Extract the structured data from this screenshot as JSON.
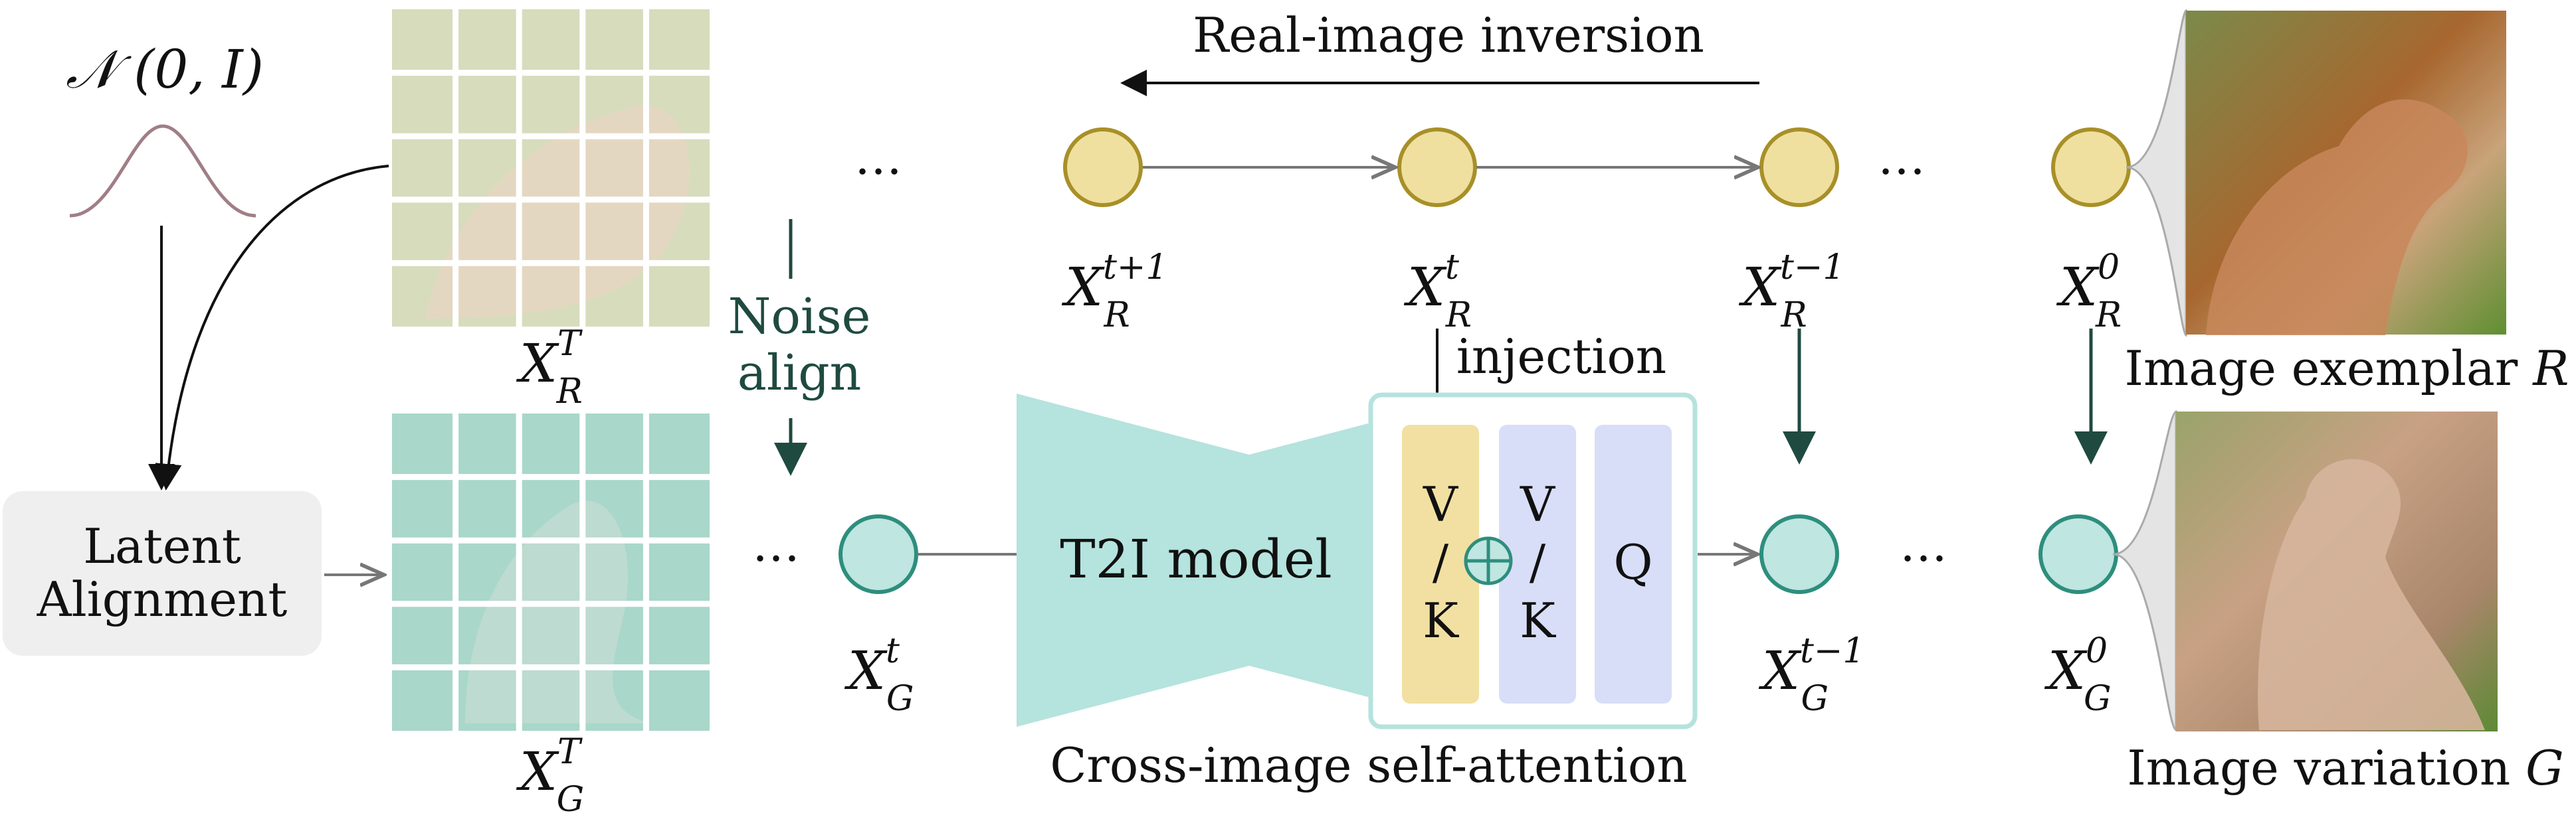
{
  "top_arrow_label": "Real-image inversion",
  "noise_prior": "𝒩 (0, I)",
  "latent_box": {
    "line1": "Latent",
    "line2": "Alignment"
  },
  "noise_align": {
    "line1": "Noise",
    "line2": "align"
  },
  "model_label": "T2I model",
  "injection_label": "injection",
  "attention_caption": "Cross-image self-attention",
  "attention_blocks": {
    "vk_ref": [
      "V",
      "/",
      "K"
    ],
    "vk_gen": [
      "V",
      "/",
      "K"
    ],
    "q": "Q",
    "combine_symbol": "⊕"
  },
  "ellipsis": "…",
  "latents": {
    "xr_T": {
      "base": "X",
      "sup": "T",
      "sub": "R"
    },
    "xg_T": {
      "base": "X",
      "sup": "T",
      "sub": "G"
    },
    "xr_t1": {
      "base": "X",
      "sup": "t+1",
      "sub": "R"
    },
    "xr_t": {
      "base": "X",
      "sup": "t",
      "sub": "R"
    },
    "xr_tm1": {
      "base": "X",
      "sup": "t−1",
      "sub": "R"
    },
    "xr_0": {
      "base": "X",
      "sup": "0",
      "sub": "R"
    },
    "xg_t": {
      "base": "X",
      "sup": "t",
      "sub": "G"
    },
    "xg_tm1": {
      "base": "X",
      "sup": "t−1",
      "sub": "G"
    },
    "xg_0": {
      "base": "X",
      "sup": "0",
      "sub": "G"
    }
  },
  "exemplar_caption": {
    "text": "Image exemplar ",
    "var": "R"
  },
  "variation_caption": {
    "text": "Image variation ",
    "var": "G"
  },
  "colors": {
    "ref_node": "#efe0a0",
    "ref_stroke": "#a89028",
    "gen_node": "#bfe6e0",
    "gen_stroke": "#2e8e7e",
    "model_teal": "#b5e3dd",
    "vk_yellow": "#f2e0a2",
    "vk_blue": "#d8def7",
    "dark_arrow": "#1f4a40"
  }
}
